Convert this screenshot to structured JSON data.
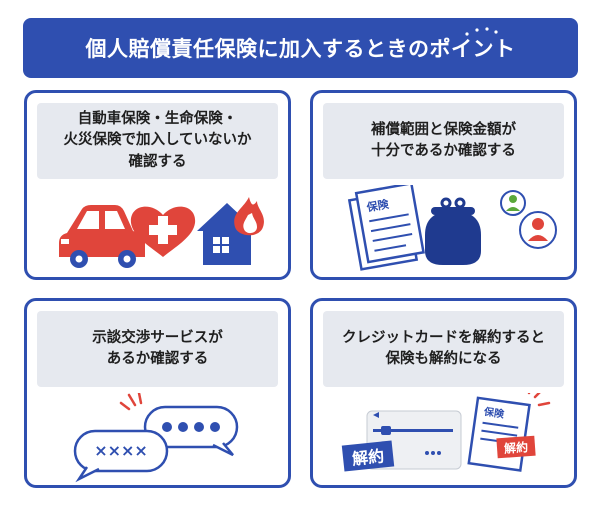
{
  "title": "個人賠償責任保険に加入するときのポイント",
  "colors": {
    "primary": "#2f4fb0",
    "accent_red": "#e0453b",
    "label_bg": "#e6e9ef",
    "green": "#5aa83a"
  },
  "points": [
    {
      "text": "自動車保険・生命保険・\n火災保険で加入していないか\n確認する",
      "icons": [
        "car-icon",
        "heart-plus-icon",
        "house-fire-icon"
      ]
    },
    {
      "text": "補償範囲と保険金額が\n十分であるか確認する",
      "icons": [
        "document-icon",
        "wallet-icon",
        "person-bubbles-icon"
      ],
      "doc_label": "保険"
    },
    {
      "text": "示談交渉サービスが\nあるか確認する",
      "icons": [
        "speech-bubble-dots-icon",
        "speech-bubble-x-icon"
      ],
      "bubble_x": "××××"
    },
    {
      "text": "クレジットカードを解約すると\n保険も解約になる",
      "icons": [
        "credit-card-icon",
        "document-icon"
      ],
      "doc_label": "保険",
      "stamp_card": "解約",
      "stamp_doc": "解約"
    }
  ]
}
